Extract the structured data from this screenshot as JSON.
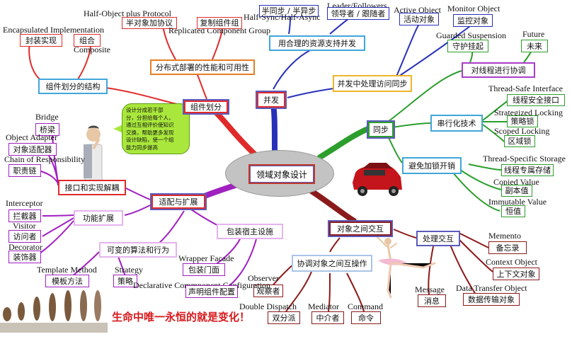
{
  "center": {
    "label": "领域对象设计"
  },
  "bubble": {
    "text": "设计分成若干部\n分，分担给每个人，\n通过互相评价使知识\n交换，帮助更多发现\n设计缺陷，使一个组\n能力同步提高"
  },
  "slogan": "生命中唯一永恒的就是变化！",
  "branches": {
    "component": {
      "title": "组件划分",
      "structure": "组件划分的结构",
      "encap_en": "Encapsulated Implementation",
      "encap_cn": "封装实现",
      "composite_cn": "组合",
      "composite_en": "Composite",
      "distributed": "分布式部署的性能和可用性",
      "half_object_en": "Half-Object plus Protocol",
      "half_object_cn": "半对象加协议",
      "replicated_en": "Replicated Component Group",
      "replicated_cn": "复制组件组"
    },
    "concurrency": {
      "title": "并发",
      "resource": "用合理的资源支持并发",
      "half_sync_cn": "半同步 / 半异步",
      "half_sync_en": "Half-Sync/Half-Async",
      "leader_en": "Leader/Followers",
      "leader_cn": "领导者 / 跟随者",
      "access": "并发中处理访问同步",
      "active_en": "Active Object",
      "active_cn": "活动对象",
      "monitor_en": "Monitor Object",
      "monitor_cn": "监控对象"
    },
    "sync": {
      "title": "同步",
      "thread_control": "对线程进行协调",
      "guarded_en": "Guarded Suspension",
      "guarded_cn": "守护挂起",
      "future_en": "Future",
      "future_cn": "未来",
      "serial": "串行化技术",
      "tsi_en": "Thread-Safe Interface",
      "tsi_cn": "线程安全接口",
      "strategized_en": "Strategized Locking",
      "strategized_cn": "策略锁",
      "scoped_en": "Scoped Locking",
      "scoped_cn": "区域锁",
      "avoid_lock": "避免加锁开销",
      "tss_en": "Thread-Specific Storage",
      "tss_cn": "线程专属存储",
      "copied_en": "Copied  Value",
      "copied_cn": "副本值",
      "immutable_en": "Immutable Value",
      "immutable_cn": "恒值"
    },
    "interaction": {
      "title": "对象之间交互",
      "handle": "处理交互",
      "memento_en": "Memento",
      "memento_cn": "备忘录",
      "context_en": "Context Object",
      "context_cn": "上下文对象",
      "dto_en": "Data Transfer Object",
      "dto_cn": "数据传输对象",
      "message_en": "Message",
      "message_cn": "消息",
      "coordinate": "协调对象之间互操作",
      "observer_en": "Observer",
      "observer_cn": "观察者",
      "double_en": "Double Dispatch",
      "double_cn": "双分派",
      "mediator_en": "Mediator",
      "mediator_cn": "中介者",
      "command_en": "Command",
      "command_cn": "命令"
    },
    "adapt": {
      "title": "适配与扩展",
      "interface": "接口和实现解耦",
      "bridge_en": "Bridge",
      "bridge_cn": "桥梁",
      "adapter_en": "Object Adapter",
      "adapter_cn": "对象适配器",
      "chain_en": "Chain of Responsibility",
      "chain_cn": "职责链",
      "extension": "功能扩展",
      "interceptor_en": "Interceptor",
      "interceptor_cn": "拦截器",
      "visitor_en": "Visitor",
      "visitor_cn": "访问者",
      "decorator_en": "Decorator",
      "decorator_cn": "装饰器",
      "variable": "可变的算法和行为",
      "template_en": "Template Method",
      "template_cn": "模板方法",
      "strategy_en": "Strategy",
      "strategy_cn": "策略",
      "wrap_host": "包装宿主设施",
      "wrapper_en": "Wrapper Facade",
      "wrapper_cn": "包装门面",
      "declarative_en": "Declarative Commponent Configuration",
      "declarative_cn": "声明组件配置"
    }
  },
  "colors": {
    "component": "#e02a2a",
    "concurrency": "#2730b8",
    "sync": "#2b9e2b",
    "interaction": "#8b1a1a",
    "adapt": "#a020c0"
  }
}
